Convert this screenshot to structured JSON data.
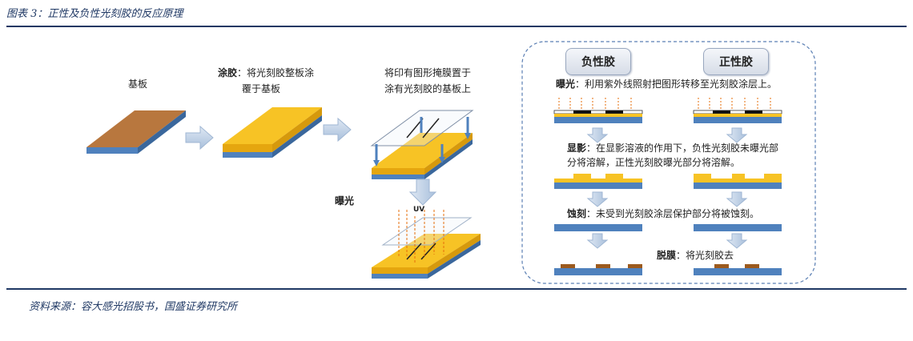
{
  "caption": "图表 3：正性及负性光刻胶的反应原理",
  "source": "资料来源：容大感光招股书，国盛证券研究所",
  "left": {
    "substrate_label": "基板",
    "coating_title": "涂胶",
    "coating_desc": "：将光刻胶整板涂",
    "coating_desc2": "覆于基板",
    "mask_desc": "将印有图形掩膜置于",
    "mask_desc2": "涂有光刻胶的基板上",
    "exposure_label": "曝光",
    "uv_label": "UV"
  },
  "right": {
    "negative_tag": "负性胶",
    "positive_tag": "正性胶",
    "step1_title": "曝光",
    "step1_desc": "：利用紫外线照射把图形转移至光刻胶涂层上。",
    "step2_title": "显影",
    "step2_desc": "：在显影溶液的作用下，负性光刻胶未曝光部",
    "step2_desc2": "分将溶解，正性光刻胶曝光部分将溶解。",
    "step3_title": "蚀刻",
    "step3_desc": "：未受到光刻胶涂层保护部分将被蚀刻。",
    "step4_title": "脱膜",
    "step4_desc": "：将光刻胶去"
  },
  "colors": {
    "navy": "#1f3864",
    "resist": "#f7c325",
    "substrate_brown": "#b0703a",
    "blue_layer": "#4f81bd",
    "arrow": "#b9cde5",
    "uv": "#e46c0a"
  }
}
